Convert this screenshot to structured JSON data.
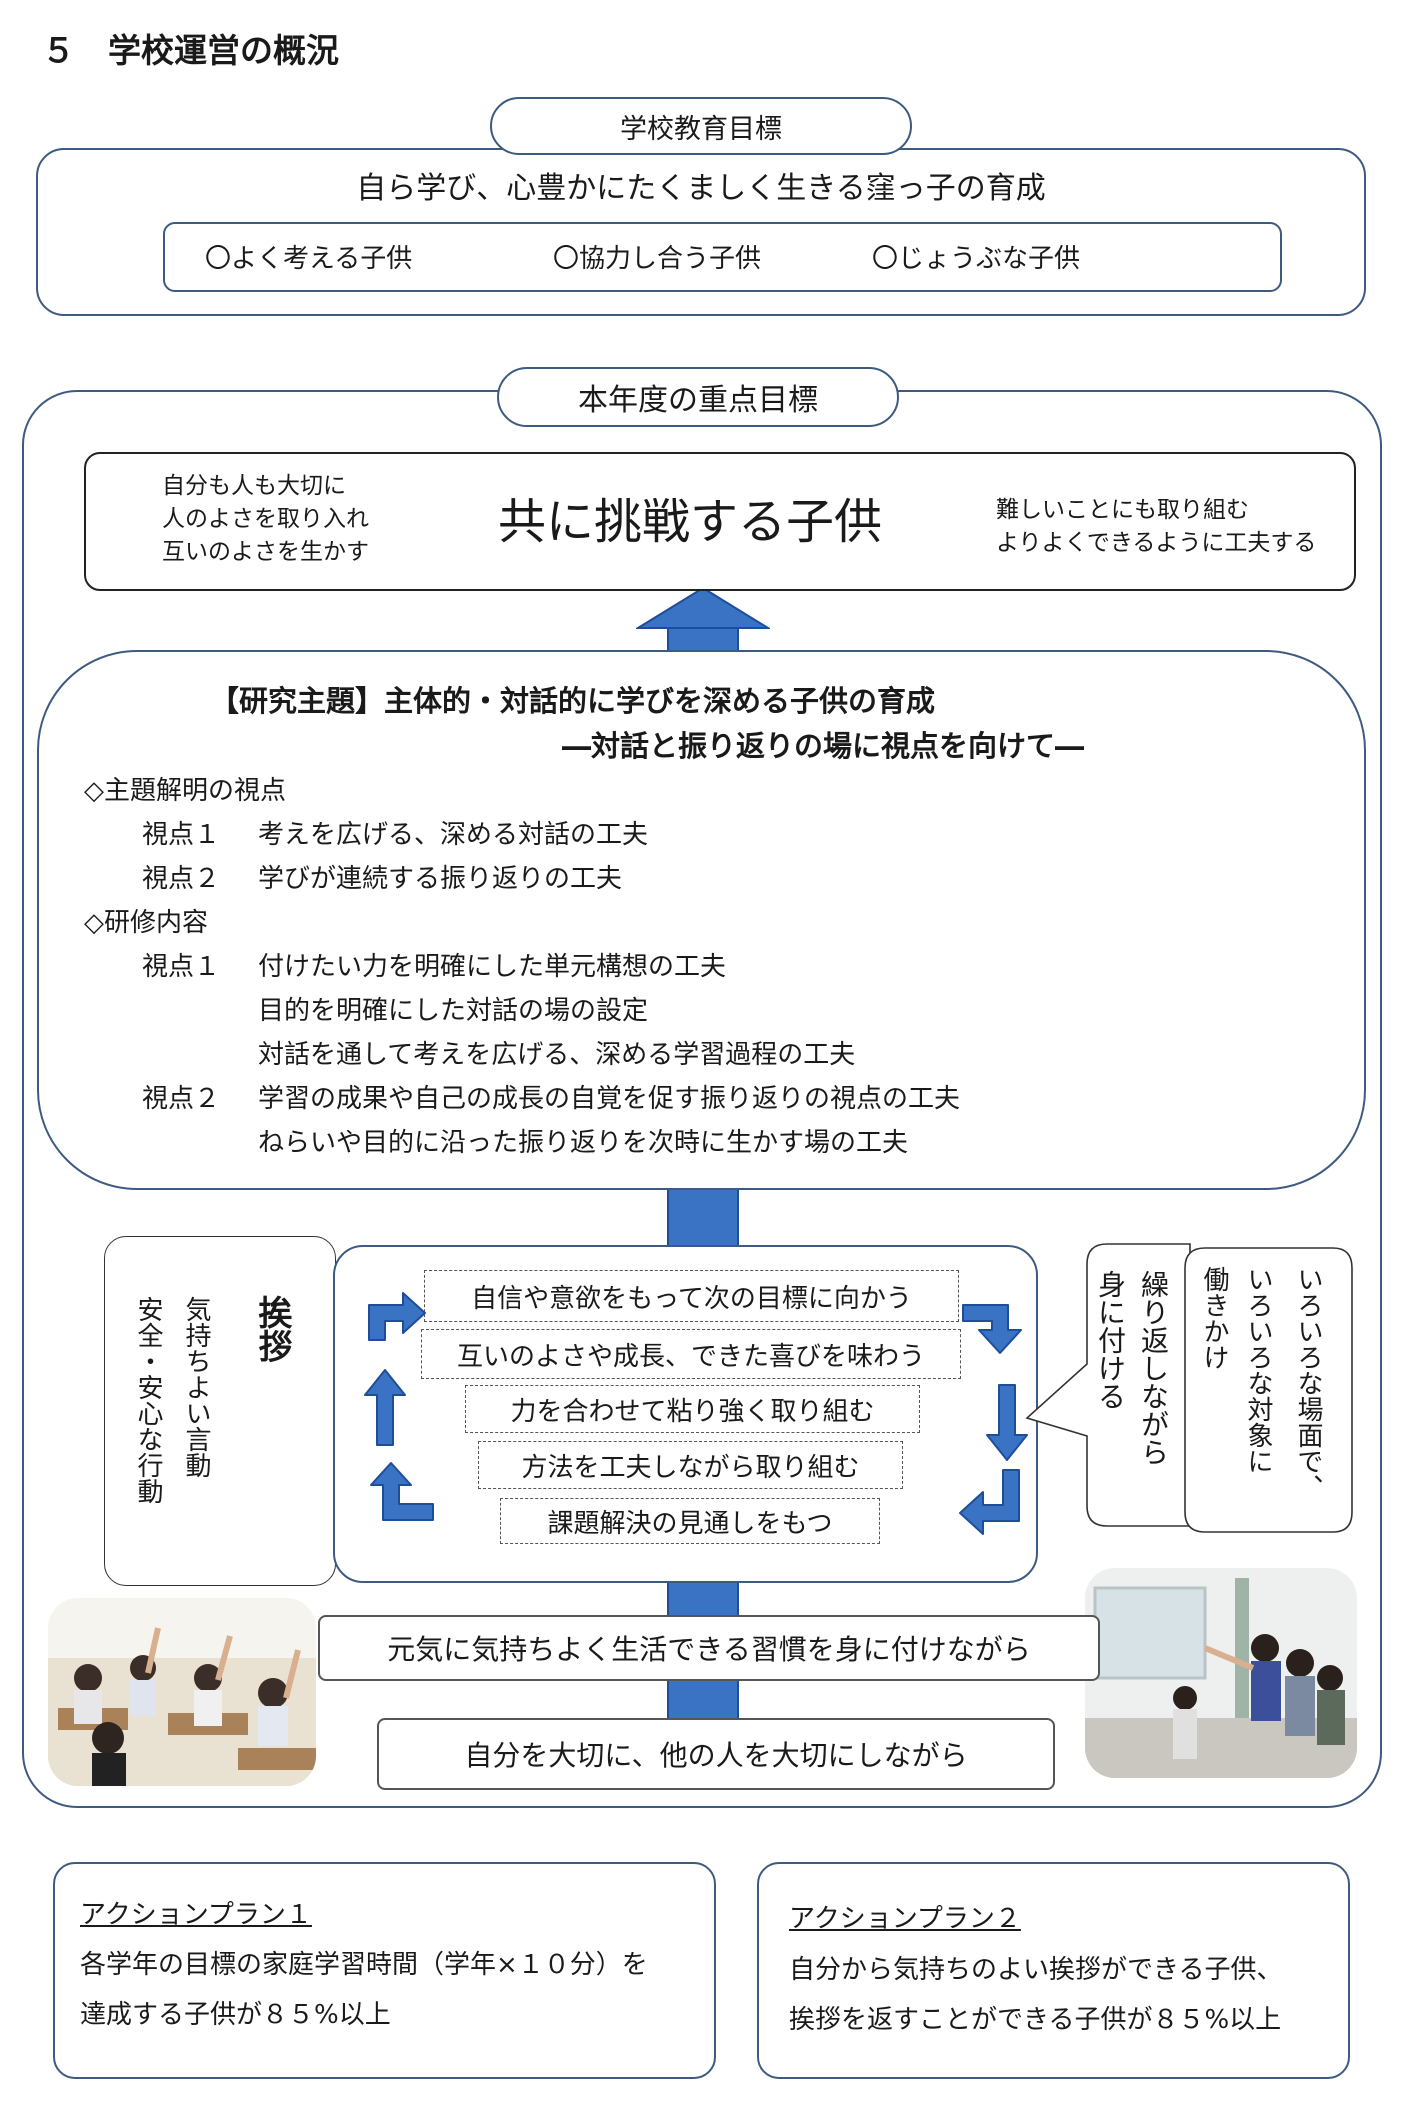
{
  "heading": "５　学校運営の概況",
  "school_goal": {
    "label": "学校教育目標",
    "main": "自ら学び、心豊かにたくましく生きる窪っ子の育成",
    "items": [
      "〇よく考える子供",
      "〇協力し合う子供",
      "〇じょうぶな子供"
    ]
  },
  "priority": {
    "label": "本年度の重点目標",
    "title": "共に挑戦する子供",
    "left_lines": [
      "自分も人も大切に",
      "人のよさを取り入れ",
      "互いのよさを生かす"
    ],
    "right_lines": [
      "難しいことにも取り組む",
      "よりよくできるように工夫する"
    ]
  },
  "research": {
    "theme": "【研究主題】主体的・対話的に学びを深める子供の育成",
    "subtheme": "―対話と振り返りの場に視点を向けて―",
    "perspective_heading": "◇主題解明の視点",
    "perspectives": [
      {
        "label": "視点１",
        "text": "考えを広げる、深める対話の工夫"
      },
      {
        "label": "視点２",
        "text": "学びが連続する振り返りの工夫"
      }
    ],
    "training_heading": "◇研修内容",
    "training": [
      {
        "label": "視点１",
        "lines": [
          "付けたい力を明確にした単元構想の工夫",
          "目的を明確にした対話の場の設定",
          "対話を通して考えを広げる、深める学習過程の工夫"
        ]
      },
      {
        "label": "視点２",
        "lines": [
          "学習の成果や自己の成長の自覚を促す振り返りの視点の工夫",
          "ねらいや目的に沿った振り返りを次時に生かす場の工夫"
        ]
      }
    ]
  },
  "left_box": {
    "title": "挨拶",
    "col1": "気持ちよい言動",
    "col2": "安全・安心な行動"
  },
  "cycle_steps": [
    "自信や意欲をもって次の目標に向かう",
    "互いのよさや成長、できた喜びを味わう",
    "力を合わせて粘り強く取り組む",
    "方法を工夫しながら取り組む",
    "課題解決の見通しをもつ"
  ],
  "right_callout": {
    "col1": "いろいろな場面で、",
    "col2": "いろいろな対象に",
    "col3": "働きかけ",
    "col4": "繰り返しながら",
    "col5": "身に付ける"
  },
  "foundation": {
    "line1": "元気に気持ちよく生活できる習慣を身に付けながら",
    "line2": "自分を大切に、他の人を大切にしながら"
  },
  "action_plans": [
    {
      "title": "アクションプラン１",
      "lines": [
        "各学年の目標の家庭学習時間（学年×１０分）を",
        "達成する子供が８５%以上"
      ]
    },
    {
      "title": "アクションプラン２",
      "lines": [
        "自分から気持ちのよい挨拶ができる子供、",
        "挨拶を返すことができる子供が８５%以上"
      ]
    }
  ],
  "colors": {
    "frame": "#3d5a80",
    "arrow": "#3a72c4",
    "arrow_edge": "#1f4e99"
  }
}
